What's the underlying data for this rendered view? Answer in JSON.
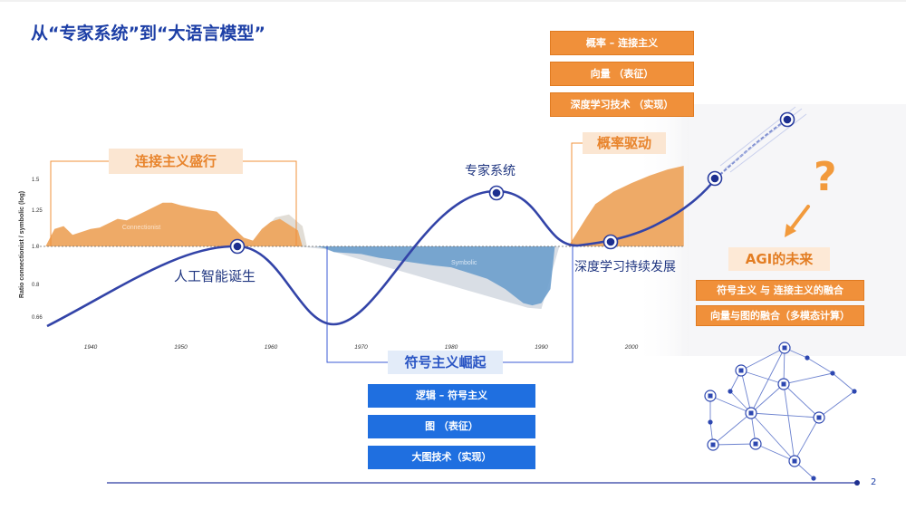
{
  "title": "从“专家系统”到“大语言模型”",
  "colors": {
    "orange": "#f0903a",
    "blue": "#1f6fe0",
    "navy": "#1d3fa6",
    "connectionist_fill": "#eda55f",
    "symbolic_fill": "#6f9fcd",
    "curve": "#3344a8"
  },
  "connectionism": {
    "heading": "连接主义盛行",
    "late_heading": "概率驱动",
    "items": [
      "概率 – 连接主义",
      "向量 （表征）",
      "深度学习技术 （实现）"
    ]
  },
  "symbolism": {
    "heading": "符号主义崛起",
    "items": [
      "逻辑 – 符号主义",
      "图 （表征）",
      "大图技术（实现）"
    ]
  },
  "agi": {
    "heading": "AGI的未来",
    "items": [
      "符号主义 与 连接主义的融合",
      "向量与图的融合（多模态计算）"
    ],
    "question_mark": "?"
  },
  "annotations": {
    "birth": "人工智能诞生",
    "expert": "专家系统",
    "deep": "深度学习持续发展"
  },
  "page_number": "2",
  "network_icons": [
    "person-icon",
    "building-icon",
    "document-icon",
    "cart-icon",
    "server-icon"
  ],
  "chart_data": {
    "type": "area",
    "ylabel": "Ratio connectionist / symbolic (log)",
    "y_ticks": [
      0.66,
      0.8,
      1.0,
      1.25,
      1.5
    ],
    "y_tick_labels": [
      "0.66",
      "0.8",
      "1.0",
      "1.25",
      "1.5"
    ],
    "x_ticks": [
      1940,
      1950,
      1960,
      1970,
      1980,
      1990,
      2000
    ],
    "x_tick_labels": [
      "1940",
      "1950",
      "1960",
      "1970",
      "1980",
      "1990",
      "2000"
    ],
    "xlim": [
      1935,
      2006
    ],
    "ylim": [
      0.64,
      1.6
    ],
    "baseline": 1.0,
    "grid": false,
    "series": [
      {
        "name": "Connectionist",
        "x": [
          1935,
          1936,
          1937,
          1938,
          1940,
          1941,
          1943,
          1944,
          1946,
          1948,
          1949,
          1950,
          1952,
          1954,
          1956,
          1957,
          1958,
          1959,
          1960,
          1961,
          1962,
          1963,
          1963.5
        ],
        "y": [
          1.0,
          1.12,
          1.14,
          1.08,
          1.12,
          1.13,
          1.19,
          1.18,
          1.24,
          1.31,
          1.31,
          1.29,
          1.26,
          1.24,
          1.12,
          1.06,
          1.04,
          1.12,
          1.17,
          1.19,
          1.15,
          1.11,
          1.0
        ]
      },
      {
        "name": "Symbolic",
        "x": [
          1965,
          1966,
          1967,
          1970,
          1972,
          1975,
          1978,
          1980,
          1982,
          1984,
          1986,
          1987,
          1988,
          1989,
          1990,
          1991,
          1991.5
        ],
        "y": [
          1.0,
          0.99,
          0.97,
          0.96,
          0.94,
          0.92,
          0.9,
          0.89,
          0.86,
          0.83,
          0.78,
          0.75,
          0.72,
          0.71,
          0.72,
          0.78,
          1.0
        ]
      },
      {
        "name": "",
        "x": [
          1993,
          1995,
          1996,
          1998,
          2000,
          2002,
          2004,
          2005.8
        ],
        "y": [
          1.0,
          1.2,
          1.3,
          1.4,
          1.47,
          1.53,
          1.58,
          1.61
        ]
      }
    ]
  }
}
